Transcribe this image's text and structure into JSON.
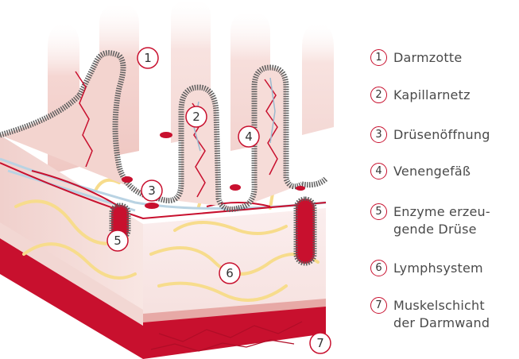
{
  "colors": {
    "accent": "#c8102e",
    "tissue": "#f6e4e1",
    "tissue_dark": "#eccac6",
    "villus": "#f3d3cf",
    "muscle": "#c8102e",
    "lymph": "#f7dc8c",
    "vein": "#b9d3e3",
    "epithelium": "#7a7a7a"
  },
  "markers": [
    "1",
    "2",
    "3",
    "4",
    "5",
    "6",
    "7"
  ],
  "legend": [
    {
      "num": "1",
      "label": "Darmzotte"
    },
    {
      "num": "2",
      "label": "Kapillarnetz"
    },
    {
      "num": "3",
      "label": "Drüsenöffnung"
    },
    {
      "num": "4",
      "label": "Venengefäß"
    },
    {
      "num": "5",
      "label": "Enzyme erzeu-\ngende Drüse"
    },
    {
      "num": "6",
      "label": "Lymphsystem"
    },
    {
      "num": "7",
      "label": "Muskelschicht\nder Darmwand"
    }
  ]
}
